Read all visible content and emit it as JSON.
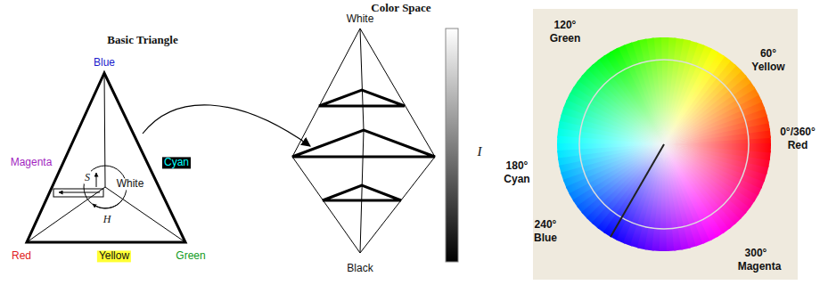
{
  "diagram": {
    "labels": [
      "Basic Triangle",
      "Color Space",
      "Blue",
      "Magenta",
      "Cyan",
      "White",
      "S",
      "H",
      "Red",
      "Yellow",
      "Green",
      "White",
      "Black",
      "I",
      "120°",
      "Green",
      "60°",
      "Yellow",
      "0°/360°",
      "Red",
      "180°",
      "Cyan",
      "240°",
      "Blue",
      "300°",
      "Magenta"
    ]
  }
}
